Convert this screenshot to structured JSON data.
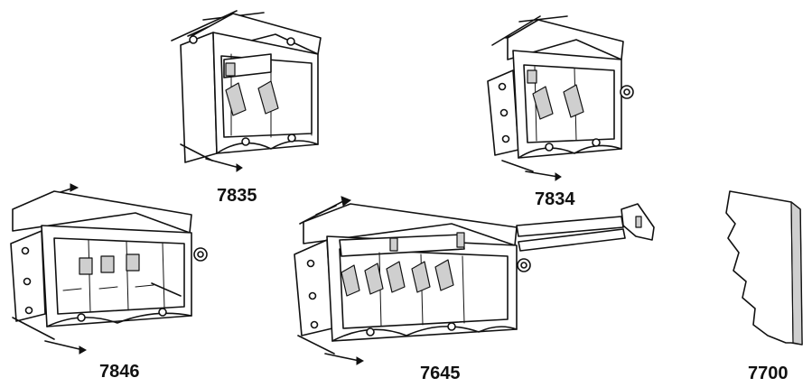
{
  "diagram": {
    "items": [
      {
        "model": "7835"
      },
      {
        "model": "7834"
      },
      {
        "model": "7846"
      },
      {
        "model": "7645"
      },
      {
        "model": "7700"
      }
    ]
  }
}
